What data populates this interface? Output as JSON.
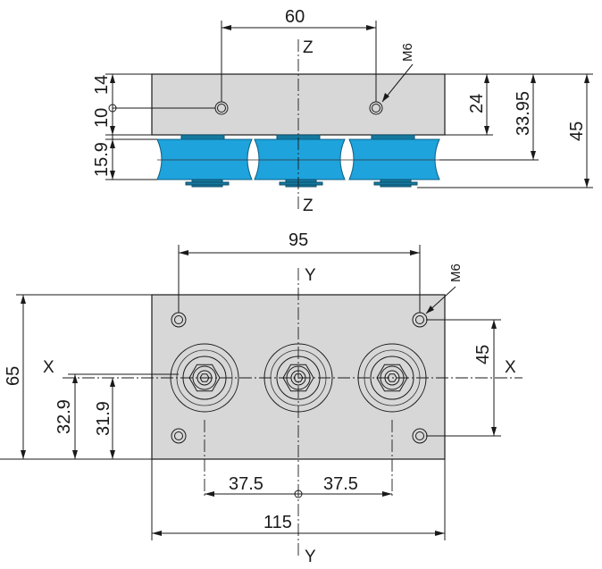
{
  "side_view": {
    "dim_top": "60",
    "dim_thread": "M6",
    "dim_left_upper": "14",
    "dim_left_lower": "10",
    "dim_wheel": "15.9",
    "dim_right_24": "24",
    "dim_right_3395": "33.95",
    "dim_right_45": "45",
    "axis_label": "Z"
  },
  "top_view": {
    "dim_top": "95",
    "dim_thread": "M6",
    "dim_left_65": "65",
    "dim_left_329": "32.9",
    "dim_left_319": "31.9",
    "dim_right_45": "45",
    "dim_bottom_left": "37.5",
    "dim_bottom_right": "37.5",
    "dim_bottom_total": "115",
    "axis_x": "X",
    "axis_y": "Y"
  }
}
